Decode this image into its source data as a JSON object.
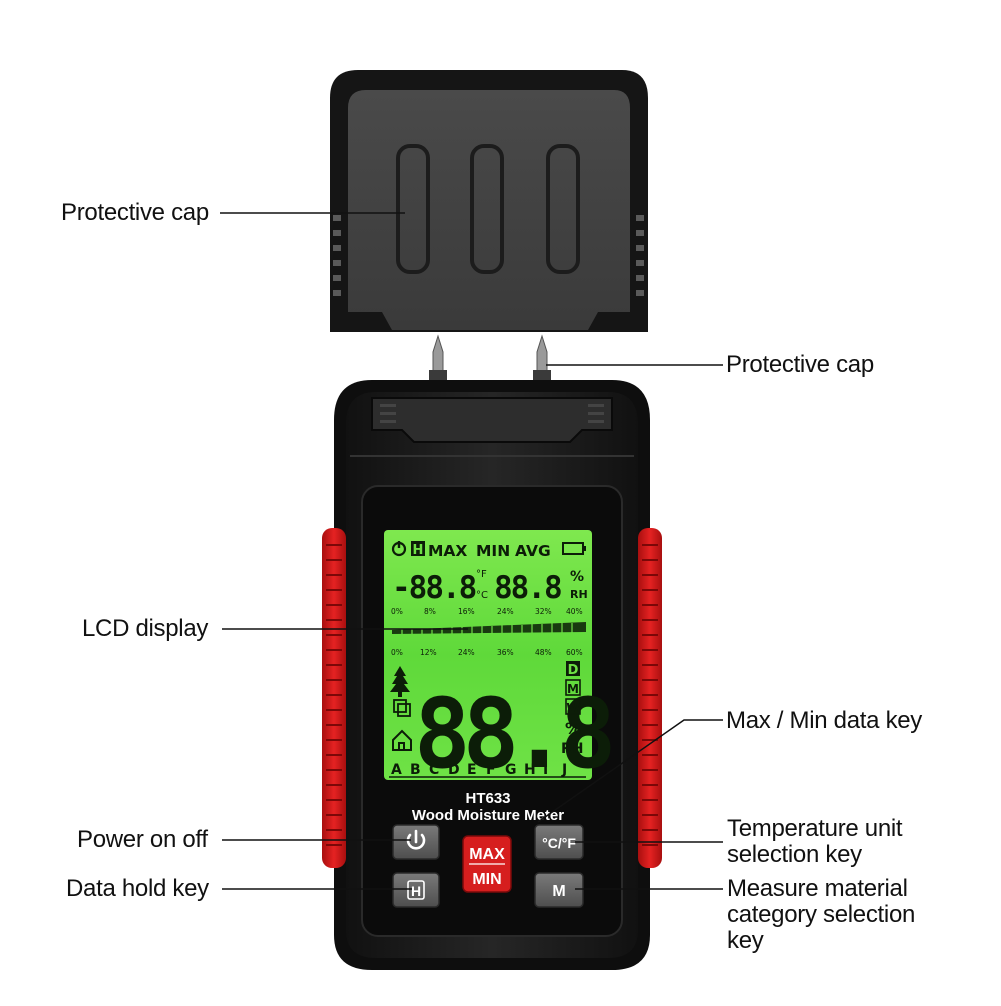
{
  "callouts": {
    "cap_left": "Protective cap",
    "cap_right": "Protective cap",
    "lcd": "LCD display",
    "maxmin": "Max / Min data key",
    "power": "Power on off",
    "temp": "Temperature unit selection key",
    "hold": "Data hold key",
    "material": "Measure material category selection key"
  },
  "device": {
    "model": "HT633",
    "name": "Wood Moisture Meter",
    "buttons": {
      "max": "MAX",
      "min": "MIN",
      "hold": "H",
      "mode": "M",
      "temp": "°C/°F",
      "power_icon": "power-icon"
    },
    "lcd": {
      "top_row": [
        "MAX",
        "MIN",
        "AVG"
      ],
      "hold_badge": "H",
      "temp_value": "-88.8",
      "temp_unit_f": "°F",
      "temp_unit_c": "°C",
      "rh_value": "88.8",
      "rh_pct": "%",
      "rh_unit": "RH",
      "scale_top": [
        "0%",
        "8%",
        "16%",
        "24%",
        "32%",
        "40%"
      ],
      "scale_bottom": [
        "0%",
        "12%",
        "24%",
        "36%",
        "48%",
        "60%"
      ],
      "main_value": "88.8",
      "mode_letters": [
        "D",
        "M",
        "W"
      ],
      "main_pct": "%",
      "main_rh": "RH",
      "material_letters": [
        "A",
        "B",
        "C",
        "D",
        "E",
        "F",
        "G",
        "H",
        "I",
        "J"
      ]
    }
  },
  "colors": {
    "lcd_green": "#63e03b",
    "body_black": "#1b1b1b",
    "accent_red": "#d81e1e",
    "key_grey": "#5e5e5e"
  }
}
